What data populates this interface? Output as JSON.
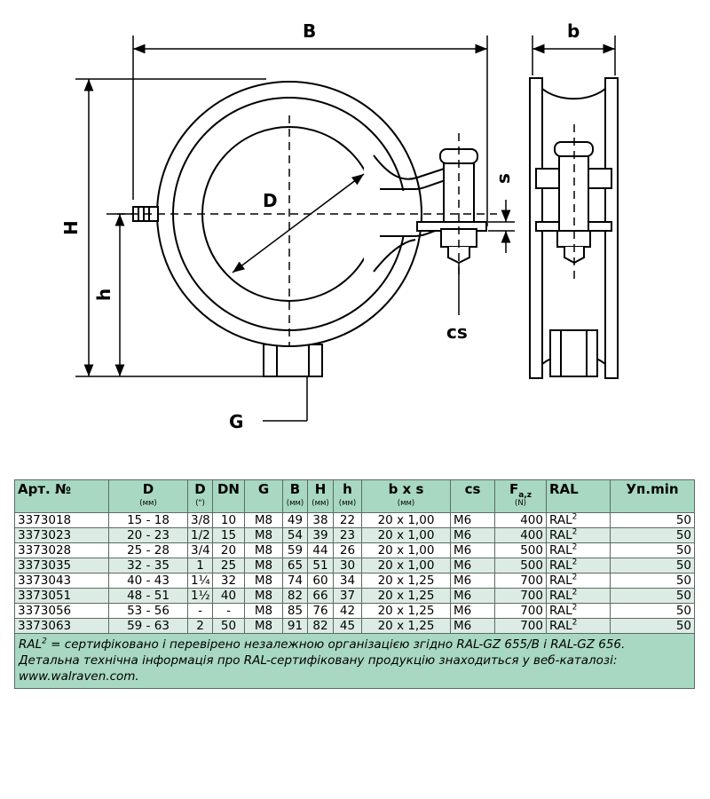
{
  "drawing": {
    "labels": {
      "B": "B",
      "b": "b",
      "H": "H",
      "h": "h",
      "D": "D",
      "s": "s",
      "cs": "cs",
      "G": "G"
    }
  },
  "table": {
    "headers": [
      {
        "label": "Арт. №",
        "unit": ""
      },
      {
        "label": "D",
        "unit": "(мм)"
      },
      {
        "label": "D",
        "unit": "(\")"
      },
      {
        "label": "DN",
        "unit": ""
      },
      {
        "label": "G",
        "unit": ""
      },
      {
        "label": "B",
        "unit": "(мм)"
      },
      {
        "label": "H",
        "unit": "(мм)"
      },
      {
        "label": "h",
        "unit": "(мм)"
      },
      {
        "label": "b x s",
        "unit": "(мм)"
      },
      {
        "label": "cs",
        "unit": ""
      },
      {
        "label": "F",
        "sub": "a,z",
        "unit": "(N)"
      },
      {
        "label": "RAL",
        "unit": ""
      },
      {
        "label": "Уп.min",
        "unit": ""
      }
    ],
    "ral_sup": "2",
    "rows": [
      [
        "3373018",
        "15 - 18",
        "3/8",
        "10",
        "M8",
        "49",
        "38",
        "22",
        "20 x 1,00",
        "M6",
        "400",
        "RAL",
        "50"
      ],
      [
        "3373023",
        "20 - 23",
        "1/2",
        "15",
        "M8",
        "54",
        "39",
        "23",
        "20 x 1,00",
        "M6",
        "400",
        "RAL",
        "50"
      ],
      [
        "3373028",
        "25 - 28",
        "3/4",
        "20",
        "M8",
        "59",
        "44",
        "26",
        "20 x 1,00",
        "M6",
        "500",
        "RAL",
        "50"
      ],
      [
        "3373035",
        "32 - 35",
        "1",
        "25",
        "M8",
        "65",
        "51",
        "30",
        "20 x 1,00",
        "M6",
        "500",
        "RAL",
        "50"
      ],
      [
        "3373043",
        "40 - 43",
        "1¼",
        "32",
        "M8",
        "74",
        "60",
        "34",
        "20 x 1,25",
        "M6",
        "700",
        "RAL",
        "50"
      ],
      [
        "3373051",
        "48 - 51",
        "1½",
        "40",
        "M8",
        "82",
        "66",
        "37",
        "20 x 1,25",
        "M6",
        "700",
        "RAL",
        "50"
      ],
      [
        "3373056",
        "53 - 56",
        "-",
        "-",
        "M8",
        "85",
        "76",
        "42",
        "20 x 1,25",
        "M6",
        "700",
        "RAL",
        "50"
      ],
      [
        "3373063",
        "59 - 63",
        "2",
        "50",
        "M8",
        "91",
        "82",
        "45",
        "20 x 1,25",
        "M6",
        "700",
        "RAL",
        "50"
      ]
    ],
    "notes": {
      "ral_term": "RAL",
      "ral_sup": "2",
      "note1": " = сертифіковано і перевірено незалежною організацією згідно RAL-GZ 655/B і RAL-GZ 656.",
      "note2": "Детальна технічна інформація про RAL-сертифіковану продукцію знаходиться у веб-каталозі: www.walraven.com."
    }
  }
}
